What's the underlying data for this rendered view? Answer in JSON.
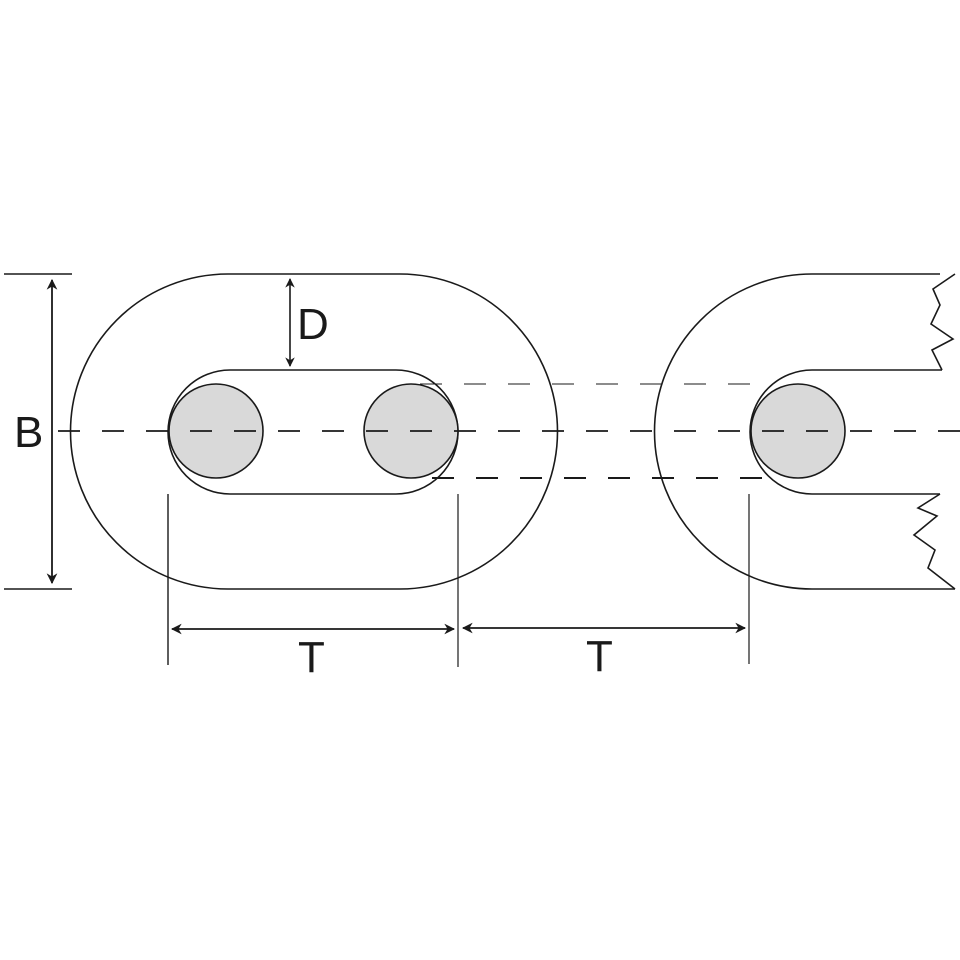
{
  "diagram": {
    "subject": "chain links dimension drawing",
    "colors": {
      "stroke": "#1a1a1a",
      "pin_fill": "#d9d9d9",
      "background": "#ffffff"
    },
    "labels": {
      "width": "B",
      "diameter": "D",
      "pitch_left": "T",
      "pitch_right": "T"
    }
  }
}
